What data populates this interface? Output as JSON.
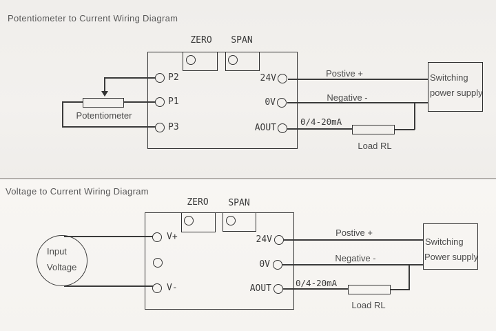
{
  "top_section": {
    "title": "Potentiometer to Current Wiring Diagram",
    "zero_label": "ZERO",
    "span_label": "SPAN",
    "terminal_p2": "P2",
    "terminal_p1": "P1",
    "terminal_p3": "P3",
    "terminal_24v": "24V",
    "terminal_0v": "0V",
    "terminal_aout": "AOUT",
    "potentiometer_label": "Potentiometer",
    "positive_wire_label": "Postive +",
    "negative_wire_label": "Negative -",
    "output_range_label": "0/4-20mA",
    "load_label": "Load RL",
    "psu_line1": "Switching",
    "psu_line2": "power supply"
  },
  "bottom_section": {
    "title": "Voltage to Current Wiring Diagram",
    "zero_label": "ZERO",
    "span_label": "SPAN",
    "terminal_vplus": "V+",
    "terminal_vminus": "V-",
    "terminal_24v": "24V",
    "terminal_0v": "0V",
    "terminal_aout": "AOUT",
    "source_line1": "Input",
    "source_line2": "Voltage",
    "positive_wire_label": "Postive +",
    "negative_wire_label": "Negative -",
    "output_range_label": "0/4-20mA",
    "load_label": "Load RL",
    "psu_line1": "Switching",
    "psu_line2": "Power supply"
  },
  "colors": {
    "line": "#3a3a3a",
    "text": "#4c4c4c",
    "divider": "#b2afab",
    "background_top": "#f1efec",
    "background_bottom": "#f7f5f2"
  }
}
